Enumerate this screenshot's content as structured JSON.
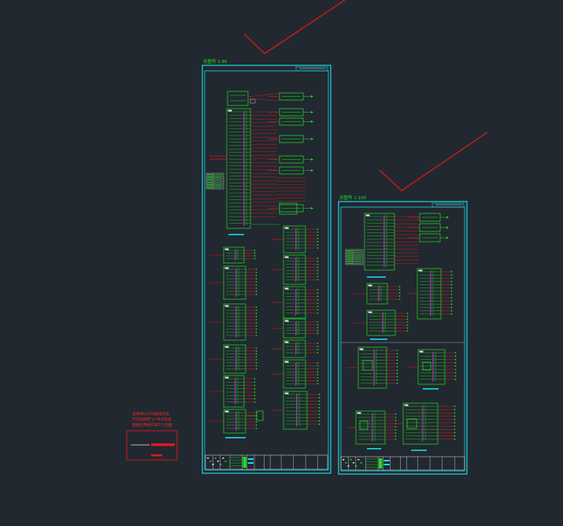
{
  "viewport": {
    "background": "#212830"
  },
  "colors": {
    "frame": "#19d9e0",
    "module": "#1fe21f",
    "wire": "#e01818",
    "bus": "#d81ad8",
    "note": "#ff2a2a",
    "white": "#e8e8e8"
  },
  "sheets": {
    "left": {
      "title": "总图号 1:85"
    },
    "right": {
      "title": "总图号 1:100"
    }
  },
  "note": {
    "line1": "说明请以CAD图纸为准",
    "line2": "打印前请用\"zr\"命令检查",
    "line3": "图纸比例按实际尺寸出图"
  }
}
